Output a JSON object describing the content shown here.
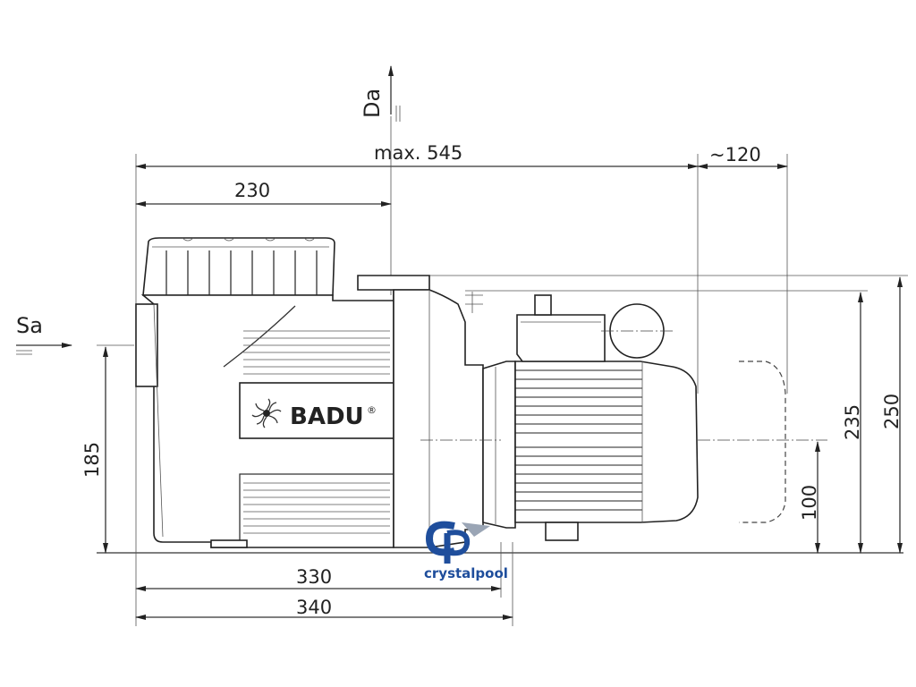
{
  "labels": {
    "inlet": "Sa",
    "outlet": "Da"
  },
  "dimensions": {
    "max_length": "max. 545",
    "motor_clearance": "~120",
    "inlet_to_outlet": "230",
    "base_330": "330",
    "base_340": "340",
    "inlet_height": "185",
    "shaft_height": "100",
    "body_height": "235",
    "total_height": "250"
  },
  "brand": {
    "name": "BADU",
    "registered": "®"
  },
  "watermark": {
    "text": "crystalpool"
  }
}
